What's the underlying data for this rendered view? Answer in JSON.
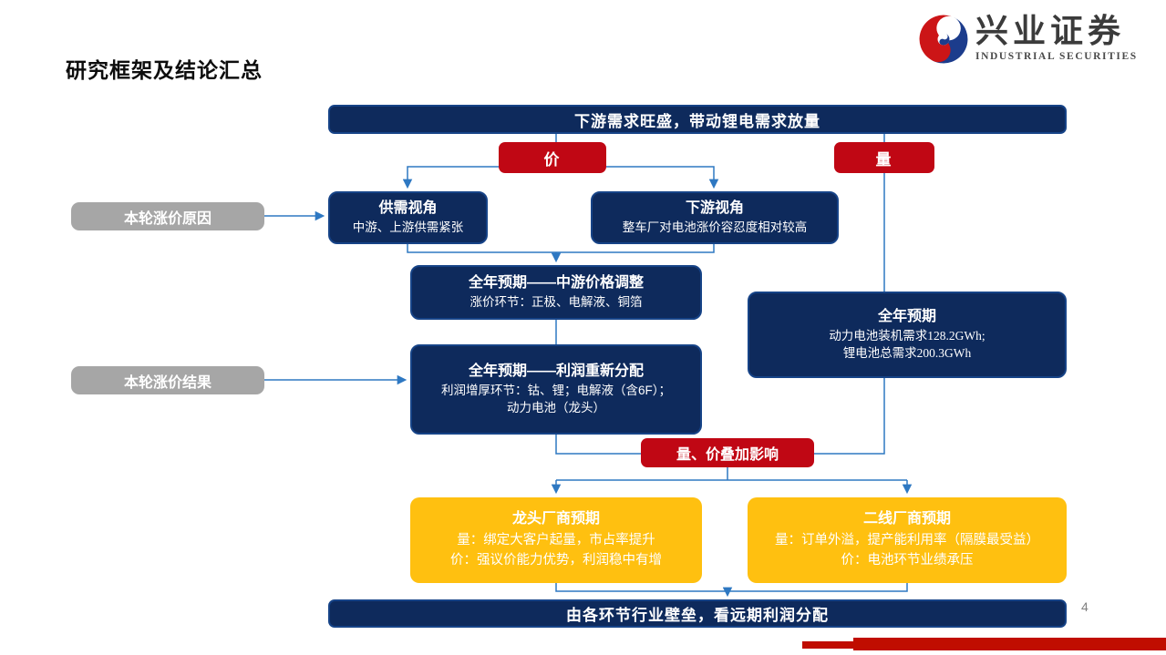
{
  "logo": {
    "cn": "兴业证券",
    "en": "INDUSTRIAL SECURITIES"
  },
  "page_title": "研究框架及结论汇总",
  "page_number": "4",
  "flow": {
    "top_banner": "下游需求旺盛，带动锂电需求放量",
    "price_tag": "价",
    "volume_tag": "量",
    "reason_label": "本轮涨价原因",
    "result_label": "本轮涨价结果",
    "supply_demand": {
      "title": "供需视角",
      "desc": "中游、上游供需紧张"
    },
    "downstream": {
      "title": "下游视角",
      "desc": "整车厂对电池涨价容忍度相对较高"
    },
    "mid_price": {
      "title": "全年预期——中游价格调整",
      "desc": "涨价环节：正极、电解液、铜箔"
    },
    "profit_redistribution": {
      "title": "全年预期——利润重新分配",
      "line1": "利润增厚环节：钴、锂；电解液（含6F）；",
      "line2": "动力电池（龙头）"
    },
    "annual_volume": {
      "title": "全年预期",
      "line1": "动力电池装机需求128.2GWh;",
      "line2": "锂电池总需求200.3GWh"
    },
    "overlay_tag": "量、价叠加影响",
    "leader": {
      "title": "龙头厂商预期",
      "line1": "量：绑定大客户起量，市占率提升",
      "line2": "价：强议价能力优势，利润稳中有增"
    },
    "second_tier": {
      "title": "二线厂商预期",
      "line1": "量：订单外溢，提产能利用率（隔膜最受益）",
      "line2": "价：电池环节业绩承压"
    },
    "bottom_banner": "由各环节行业壁垒，看远期利润分配"
  },
  "colors": {
    "navy": "#0E2A5C",
    "red": "#C00714",
    "yellow": "#FFC010",
    "gray": "#A6A6A6",
    "connector_blue": "#2E78C2",
    "logo_blue": "#1C3C8C",
    "logo_red": "#CC1517",
    "footer_red": "#C00D00"
  }
}
